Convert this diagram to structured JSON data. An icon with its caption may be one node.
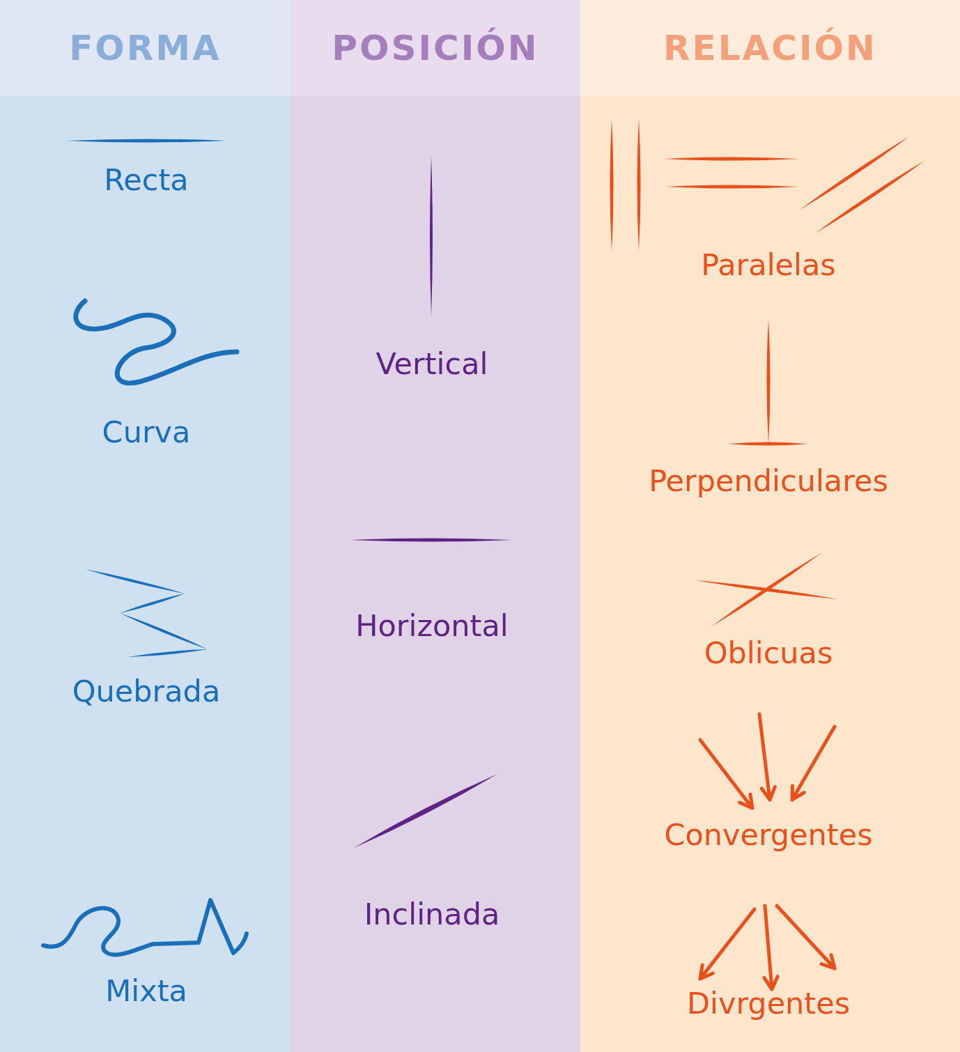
{
  "diagram": {
    "nodes": [
      {
        "text": [
          "FORMA"
        ]
      },
      {
        "text": [
          "Recta"
        ],
        "in": 0
      },
      {
        "text": [
          "Curva"
        ],
        "in": 0
      },
      {
        "text": [
          "Quebrada"
        ],
        "in": 0
      },
      {
        "text": [
          "Mixta"
        ],
        "in": 0
      },
      {
        "text": [
          "POSICIÓN"
        ]
      },
      {
        "text": [
          "Vertical"
        ],
        "in": 5
      },
      {
        "text": [
          "Horizontal"
        ],
        "in": 5
      },
      {
        "text": [
          "Inclinada"
        ],
        "in": 5
      },
      {
        "text": [
          "RELACIÓN"
        ]
      },
      {
        "text": [
          "Paralelas"
        ],
        "in": 9
      },
      {
        "text": [
          "Perpendiculares"
        ],
        "in": 9
      },
      {
        "text": [
          "Oblicuas"
        ],
        "in": 9
      },
      {
        "text": [
          "Convergentes"
        ],
        "in": 9
      },
      {
        "text": [
          "Divrgentes"
        ],
        "in": 9
      }
    ],
    "edges": []
  }
}
